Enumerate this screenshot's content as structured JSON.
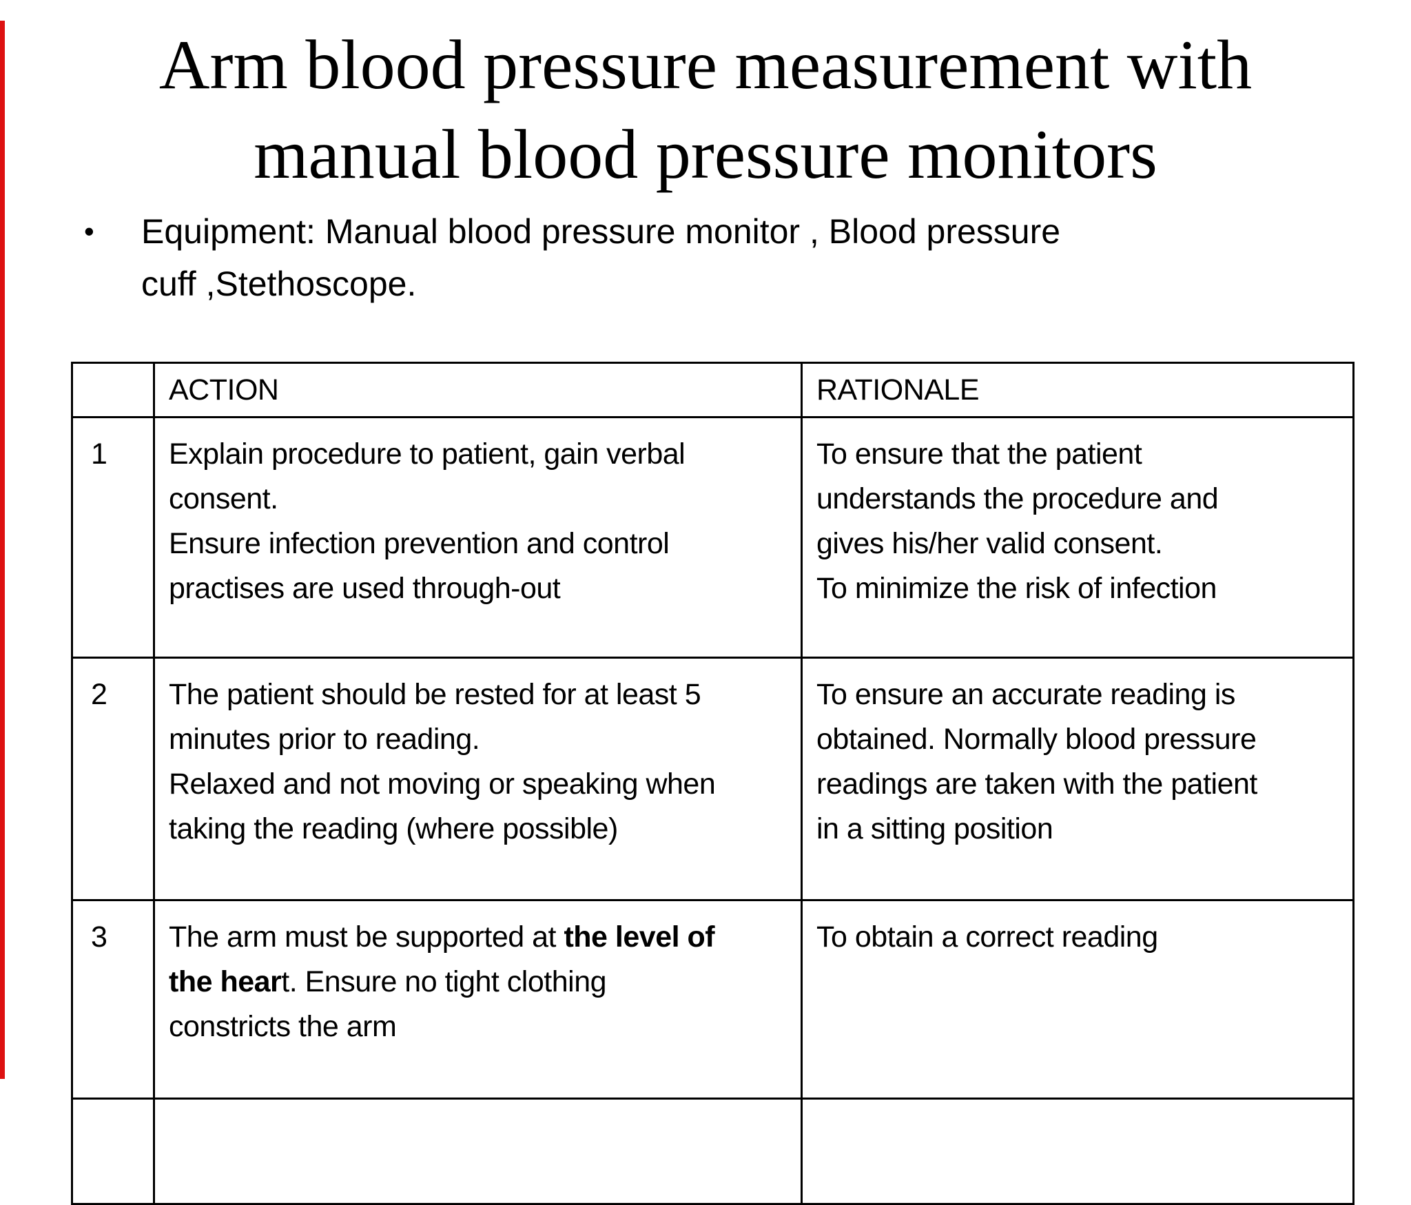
{
  "slide": {
    "title": {
      "lines": [
        "Arm blood pressure measurement with",
        "manual blood pressure monitors"
      ]
    },
    "bullet": {
      "marker": "•",
      "lines": [
        "Equipment: Manual blood pressure monitor , Blood pressure",
        "cuff ,Stethoscope."
      ]
    },
    "table": {
      "header": {
        "number": "",
        "action": "ACTION",
        "rationale": "RATIONALE"
      },
      "rows": [
        {
          "number": "1",
          "action": "Explain procedure to patient, gain verbal\nconsent.\nEnsure infection prevention and control\npractises are used through-out",
          "rationale": "To ensure that the patient\nunderstands the procedure and\ngives his/her valid consent.\nTo minimize the risk of infection"
        },
        {
          "number": "2",
          "action": "The patient should be rested for at least 5\nminutes prior to reading.\nRelaxed and not moving or speaking when\ntaking the reading (where possible)",
          "rationale": "To ensure an accurate reading is\nobtained. Normally blood pressure\nreadings are taken with the patient\nin a sitting position"
        },
        {
          "number": "3",
          "action_rich": [
            {
              "text": "The arm must be supported at ",
              "bold": false
            },
            {
              "text": "the level of\nthe hear",
              "bold": true
            },
            {
              "text": "t. Ensure no tight clothing\nconstricts the arm",
              "bold": false
            }
          ],
          "rationale": "To obtain a correct reading"
        },
        {
          "number": "",
          "action": "",
          "rationale": ""
        }
      ]
    },
    "colors": {
      "background": "#ffffff",
      "text": "#000000",
      "border": "#000000",
      "left_edge_stripe": "#dd1111"
    }
  }
}
